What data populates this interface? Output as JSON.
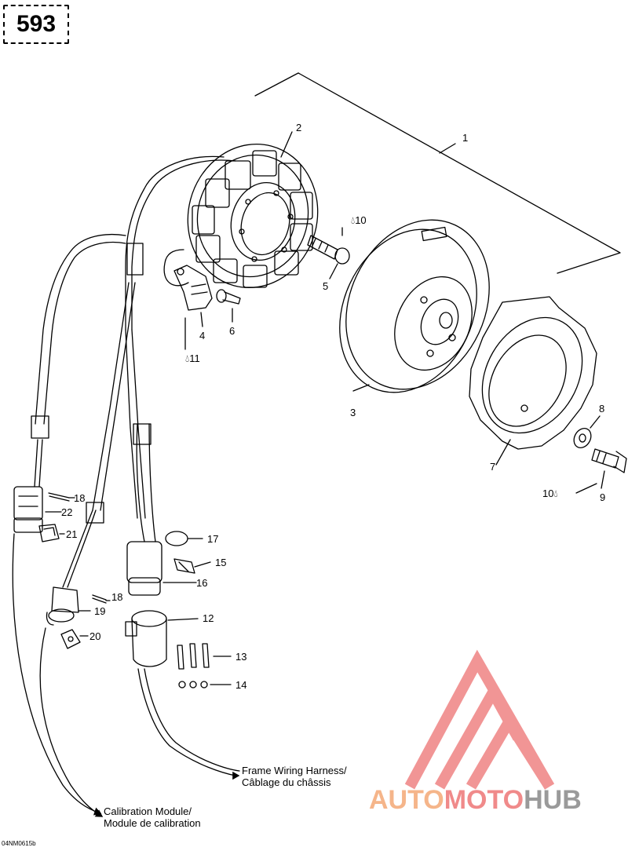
{
  "page_number": "593",
  "part_callouts": [
    {
      "id": "c1",
      "text": "1"
    },
    {
      "id": "c2",
      "text": "2"
    },
    {
      "id": "c3",
      "text": "3"
    },
    {
      "id": "c4",
      "text": "4"
    },
    {
      "id": "c5",
      "text": "5"
    },
    {
      "id": "c6",
      "text": "6"
    },
    {
      "id": "c7",
      "text": "7"
    },
    {
      "id": "c8",
      "text": "8"
    },
    {
      "id": "c9",
      "text": "9"
    },
    {
      "id": "c10a",
      "text": "10"
    },
    {
      "id": "c10b",
      "text": "10"
    },
    {
      "id": "c11",
      "text": "11"
    },
    {
      "id": "c12",
      "text": "12"
    },
    {
      "id": "c13",
      "text": "13"
    },
    {
      "id": "c14",
      "text": "14"
    },
    {
      "id": "c15",
      "text": "15"
    },
    {
      "id": "c16",
      "text": "16"
    },
    {
      "id": "c17",
      "text": "17"
    },
    {
      "id": "c18a",
      "text": "18"
    },
    {
      "id": "c18b",
      "text": "18"
    },
    {
      "id": "c19",
      "text": "19"
    },
    {
      "id": "c20",
      "text": "20"
    },
    {
      "id": "c21",
      "text": "21"
    },
    {
      "id": "c22",
      "text": "22"
    }
  ],
  "labels": {
    "frame_harness_en": "Frame Wiring Harness/",
    "frame_harness_fr": "Câblage du châssis",
    "calibration_en": "Calibration Module/",
    "calibration_fr": "Module de calibration"
  },
  "drawing_code": "04NM0615b",
  "logo": {
    "part1": "AUTO",
    "part2": "MOTO",
    "part3": "HUB"
  },
  "colors": {
    "ink": "#000000",
    "logo_red": "#f08a8a",
    "logo_orange": "#f5b58a",
    "logo_gray": "#9a9a9a"
  }
}
